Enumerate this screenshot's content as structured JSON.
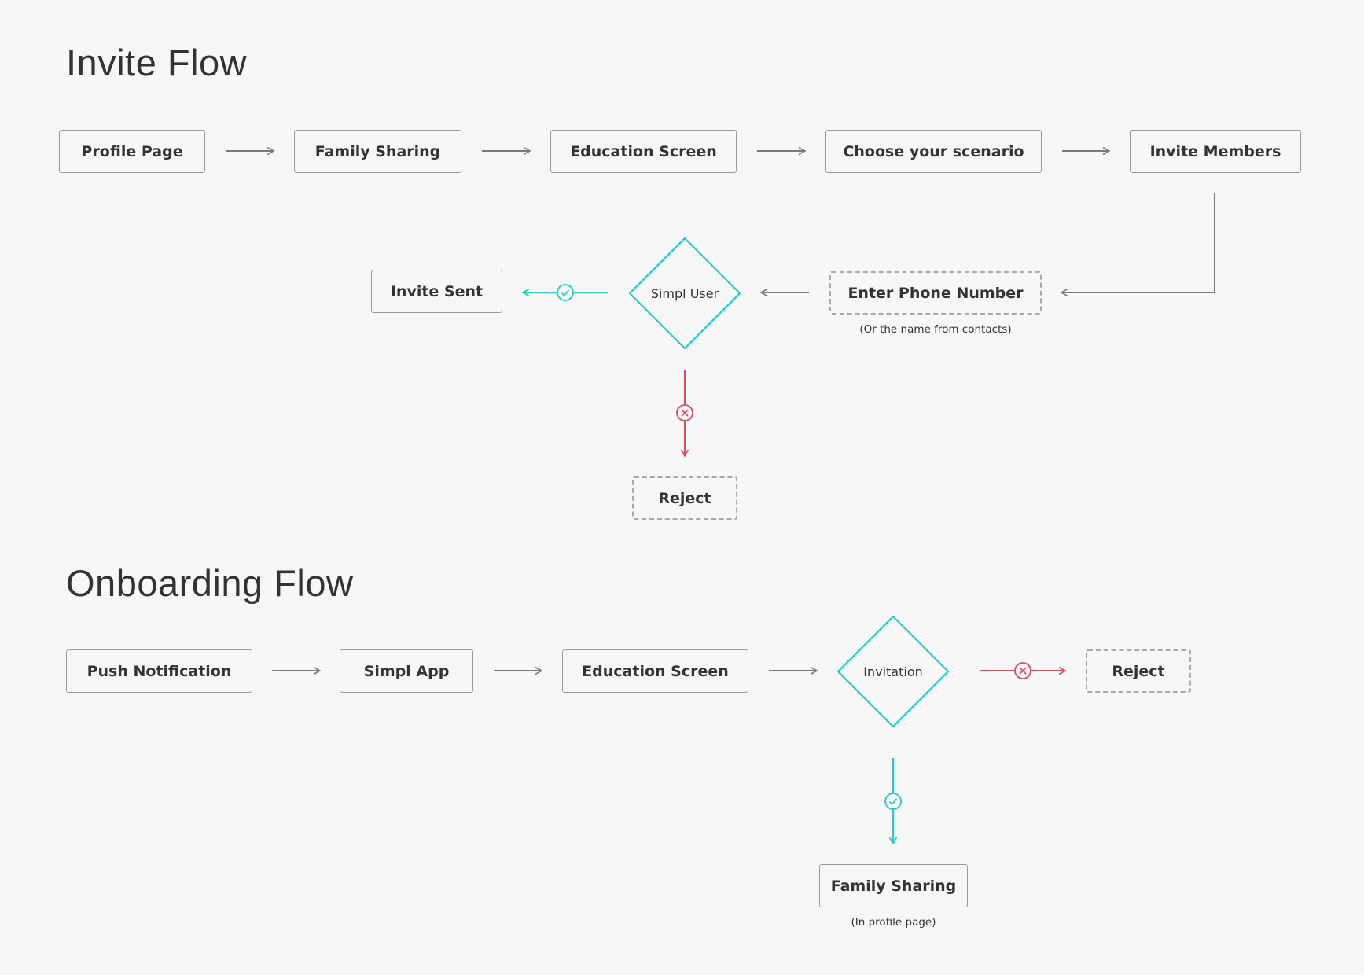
{
  "invite_flow": {
    "title": "Invite Flow",
    "steps": [
      "Profile Page",
      "Family Sharing",
      "Education Screen",
      "Choose your scenario",
      "Invite Members"
    ],
    "enter_phone": "Enter Phone Number",
    "enter_phone_note": "(Or the name from contacts)",
    "decision": "Simpl User",
    "success": "Invite Sent",
    "failure": "Reject"
  },
  "onboarding_flow": {
    "title": "Onboarding Flow",
    "steps": [
      "Push Notification",
      "Simpl App",
      "Education Screen"
    ],
    "decision": "Invitation",
    "failure": "Reject",
    "success": "Family Sharing",
    "success_note": "(In profile page)"
  },
  "colors": {
    "background": "#f7f7f7",
    "box_border": "#9a9a9a",
    "arrow": "#7a7a7a",
    "success": "#1ecfc0",
    "failure": "#e8455f",
    "text": "#333333"
  }
}
